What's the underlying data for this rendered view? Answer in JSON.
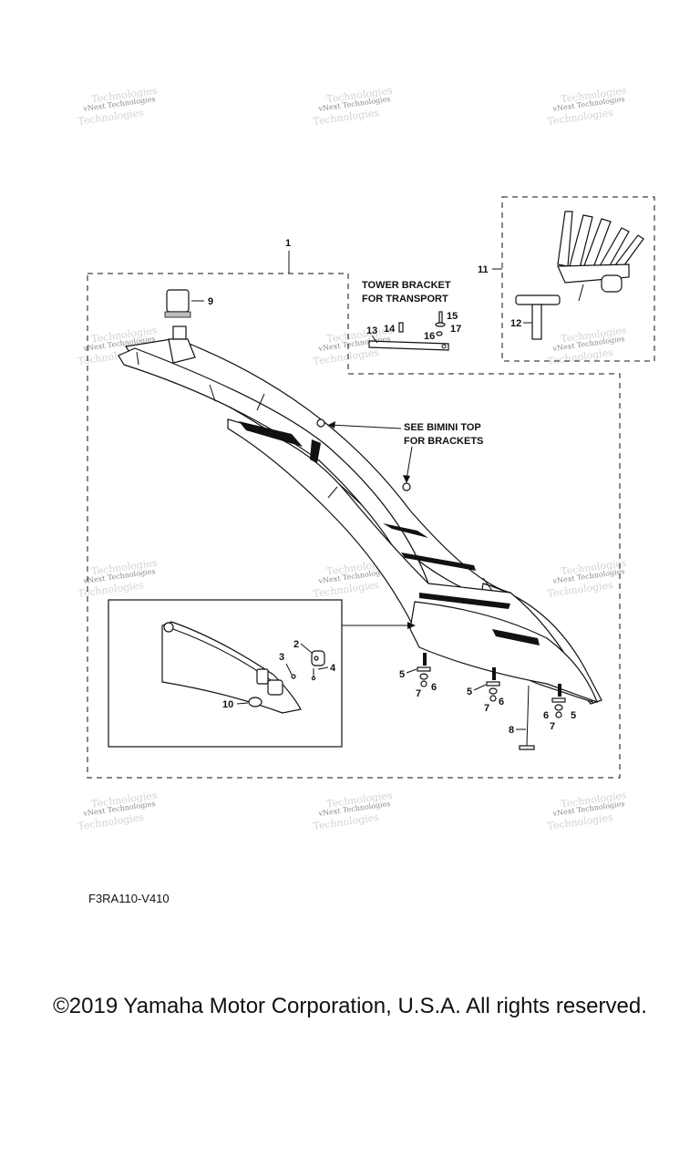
{
  "watermark": {
    "line1": "vNext Technologies",
    "line2": "Technologies"
  },
  "notes": {
    "tower_bracket_line1": "TOWER BRACKET",
    "tower_bracket_line2": "FOR TRANSPORT",
    "bimini_line1": "SEE BIMINI TOP",
    "bimini_line2": "FOR BRACKETS"
  },
  "callouts": {
    "c1": "1",
    "c2": "2",
    "c3": "3",
    "c4": "4",
    "c5a": "5",
    "c5b": "5",
    "c5c": "5",
    "c6a": "6",
    "c6b": "6",
    "c6c": "6",
    "c7a": "7",
    "c7b": "7",
    "c7c": "7",
    "c8": "8",
    "c9": "9",
    "c10": "10",
    "c11": "11",
    "c12": "12",
    "c13": "13",
    "c14": "14",
    "c15": "15",
    "c16": "16",
    "c17": "17"
  },
  "figure_code": "F3RA110-V410",
  "copyright": "©2019 Yamaha Motor Corporation, U.S.A. All rights reserved."
}
